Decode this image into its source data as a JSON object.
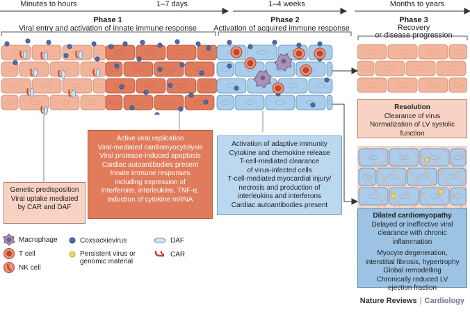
{
  "timeline": {
    "t1": "Minutes to hours",
    "t2": "1–7 days",
    "t3": "1–4 weeks",
    "t4": "Months to years"
  },
  "phase1": {
    "title": "Phase 1",
    "subtitle": "Viral entry and activation of innate immune response"
  },
  "phase2": {
    "title": "Phase 2",
    "subtitle": "Activation of acquired immune response"
  },
  "phase3": {
    "title": "Phase 3",
    "subtitle_l1": "Recovery",
    "subtitle_l2": "or",
    "subtitle_l3": "disease progression"
  },
  "box_genetic": {
    "l1": "Genetic predisposition",
    "l2": "Viral uptake mediated",
    "l3": "by CAR and DAF"
  },
  "box_replication": {
    "l1": "Active viral replication",
    "l2": "Viral-mediated cardiomyocytolysis",
    "l3": "Viral protease-induced apoptosis",
    "l4": "Cardiac autoantibodies present",
    "l5": "Innate immune responses",
    "l6": "including expression of",
    "l7": "interferons, interleukins, TNF-α,",
    "l8": "induction of cytokine mRNA"
  },
  "box_adaptive": {
    "l1": "Activation of adaptive immunity",
    "l2": "Cytokine and chemokine release",
    "l3": "T-cell-mediated clearance",
    "l4": "of virus-infected cells",
    "l5": "T-cell-mediated myocardial injury/",
    "l6": "necrosis and production of",
    "l7": "interleukins and interferons",
    "l8": "Cardiac autoantibodies present"
  },
  "box_resolution": {
    "title": "Resolution",
    "l1": "Clearance of virus",
    "l2": "Normalization of LV systolic",
    "l3": "function"
  },
  "box_dcm": {
    "title": "Dilated cardiomyopathy",
    "l1": "Delayed or ineffective viral",
    "l2": "clearance with chronic",
    "l3": "inflammation",
    "l4": "Myocyte degeneration,",
    "l5": "interstitial fibrosis, hypertrophy",
    "l6": "Global remodelling",
    "l7": "Chronically reduced LV",
    "l8": "ejection fraction"
  },
  "legend": {
    "macrophage": "Macrophage",
    "tcell": "T cell",
    "nkcell": "NK cell",
    "coxsackie": "Coxsackievirus",
    "persistent_l1": "Persistent virus or",
    "persistent_l2": "genomic material",
    "daf": "DAF",
    "car": "CAR"
  },
  "credit": {
    "publisher": "Nature Reviews",
    "journal": "Cardiology"
  },
  "colors": {
    "cell_pink": "#f3b49c",
    "cell_red": "#e07b5c",
    "cell_blue": "#a9cdea",
    "virus": "#4a6fb0",
    "persistent": "#f6d26b"
  }
}
